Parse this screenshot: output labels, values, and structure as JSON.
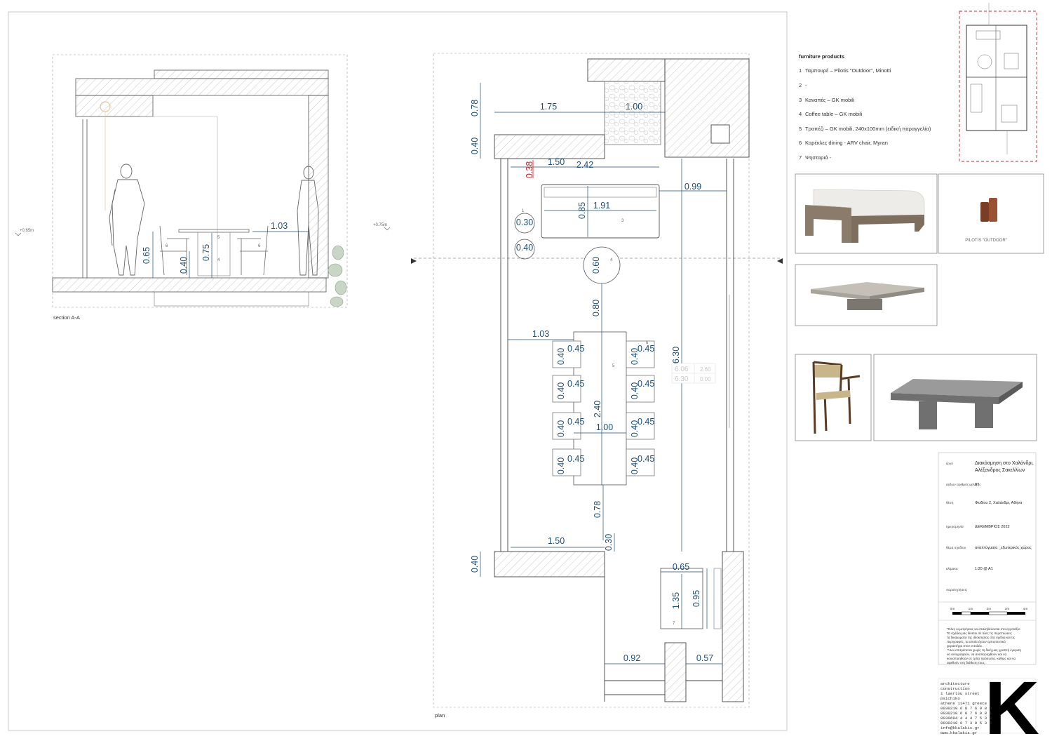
{
  "section": {
    "caption": "section A-A",
    "level_left": "+0.65m",
    "level_right": "+0.75m",
    "dims": {
      "d103": "1.03",
      "d065": "0.65",
      "d075": "0.75",
      "d040": "0.40"
    },
    "tags": {
      "t5": "5",
      "t4": "4",
      "t6a": "6",
      "t6b": "6"
    }
  },
  "plan": {
    "caption": "plan",
    "dims": {
      "top_078": "0.78",
      "top_175": "1.75",
      "top_100": "1.00",
      "top_040": "0.40",
      "r038": "0.38",
      "d150a": "1.50",
      "d242": "2.42",
      "d099": "0.99",
      "d030a": "0.30",
      "d085": "0.85",
      "d191": "1.91",
      "d040b": "0.40",
      "d060": "0.60",
      "d080": "0.80",
      "d103": "1.03",
      "d630": "6.30",
      "d240": "2.40",
      "d100b": "1.00",
      "d078b": "0.78",
      "d150b": "1.50",
      "d030b": "0.30",
      "d040c": "0.40",
      "d065": "0.65",
      "d135": "1.35",
      "d095": "0.95",
      "d092": "0.92",
      "d057": "0.57",
      "chair_w": "0.45",
      "chair_d": "0.40"
    },
    "tags": {
      "t1": "1",
      "t3": "3",
      "t4": "4",
      "t5": "5",
      "t6": "6",
      "t7": "7"
    },
    "level_table": {
      "r1a": "6.06",
      "r1b": "2.60",
      "r2a": "6.30",
      "r2b": "0.00"
    }
  },
  "furniture": {
    "title": "furniture products",
    "items": [
      {
        "n": "1",
        "t": "Ταμπουρέ – Pilotis \"Outdoor\", Minotti"
      },
      {
        "n": "2",
        "t": "-"
      },
      {
        "n": "3",
        "t": "Καναπές – GK mobili"
      },
      {
        "n": "4",
        "t": "Coffee table  – GK mobili"
      },
      {
        "n": "5",
        "t": "Τραπέζι – GK mobili, 240x100mm (ειδική παραγγελία)"
      },
      {
        "n": "6",
        "t": "Καρέκλες dining - ARV chair, Myran"
      },
      {
        "n": "7",
        "t": "Ψησταριά -"
      }
    ],
    "pilotis_caption": "PILOTIS \"OUTDOOR\""
  },
  "titleblock": {
    "project_label": "έργο",
    "project_value_1": "Διακόσμηση στο Χαλάνδρι,",
    "project_value_2": "Αλέξανδρος Σακελλίων",
    "number_label": "αύξων αριθμός μελέτης",
    "number_value": "97",
    "address_label": "θέση",
    "address_value": "Φειδίου 2, Χαλάνδρι, Αθήνα",
    "date_label": "ημερομηνία",
    "date_value": "ΔΕΚΕΜΒΡΙΟΣ 2022",
    "subject_label": "θέμα σχεδίου",
    "subject_value": "αναπτύγματα _εξωτερικός χώρος",
    "scale_label": "κλίμακα",
    "scale_value": "1:20 @ A1",
    "remarks_label": "παρατηρήσεις",
    "scalebar": [
      "0m",
      "1m",
      "2m",
      "3m",
      "4m"
    ],
    "notes": [
      "*Όλες οι μετρήσεις να επαληθεύονται στο εργοτάξιο",
      "Τα σχέδια μας δίνεται σε όλες τις περιπτώσεις",
      "τα δικαιώματα της ιδιοκτησίας στα σχέδια και τις",
      "περιγραφές, τα οποία έχουν εμπιστευτικό",
      "χαρακτήρα στον εντολέα.",
      "**Δεν επιτρέπεται χωρίς τη δική μας γραπτή έγκριση",
      "να αντιγραφούν, να αναπαραχθούν και να",
      "κοινοποιηθούν σε τρίτα πρόσωπα, καθώς και να",
      "αφεθούν στη διάθεση τους."
    ]
  },
  "logo": {
    "letter": "K",
    "lines": [
      "architecture",
      "construction",
      "1 laertou street",
      "psichiko",
      "athens 11471 greece",
      "0030210 6 8 7 6 9 8 0",
      "0030210 6 8 7 6 9 8 1",
      "0030694 4 4 4 7 5 3 8",
      "0030210 6 7 3 8 5 3 8",
      "info@kkalakis.gr",
      "www.kkalakis.gr"
    ]
  }
}
